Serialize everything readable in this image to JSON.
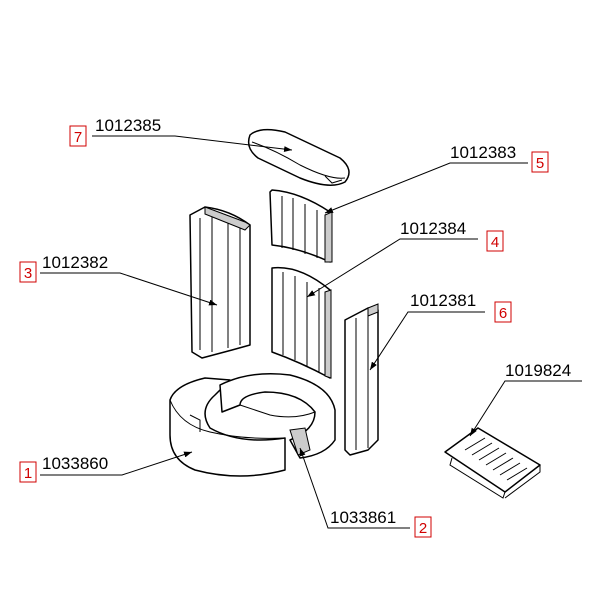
{
  "callouts": [
    {
      "index": "7",
      "part_number": "1012385"
    },
    {
      "index": "5",
      "part_number": "1012383"
    },
    {
      "index": "4",
      "part_number": "1012384"
    },
    {
      "index": "3",
      "part_number": "1012382"
    },
    {
      "index": "6",
      "part_number": "1012381"
    },
    {
      "index": "",
      "part_number": "1019824"
    },
    {
      "index": "1",
      "part_number": "1033860"
    },
    {
      "index": "2",
      "part_number": "1033861"
    }
  ],
  "colors": {
    "index_box": "#d00000",
    "lines": "#000000"
  }
}
